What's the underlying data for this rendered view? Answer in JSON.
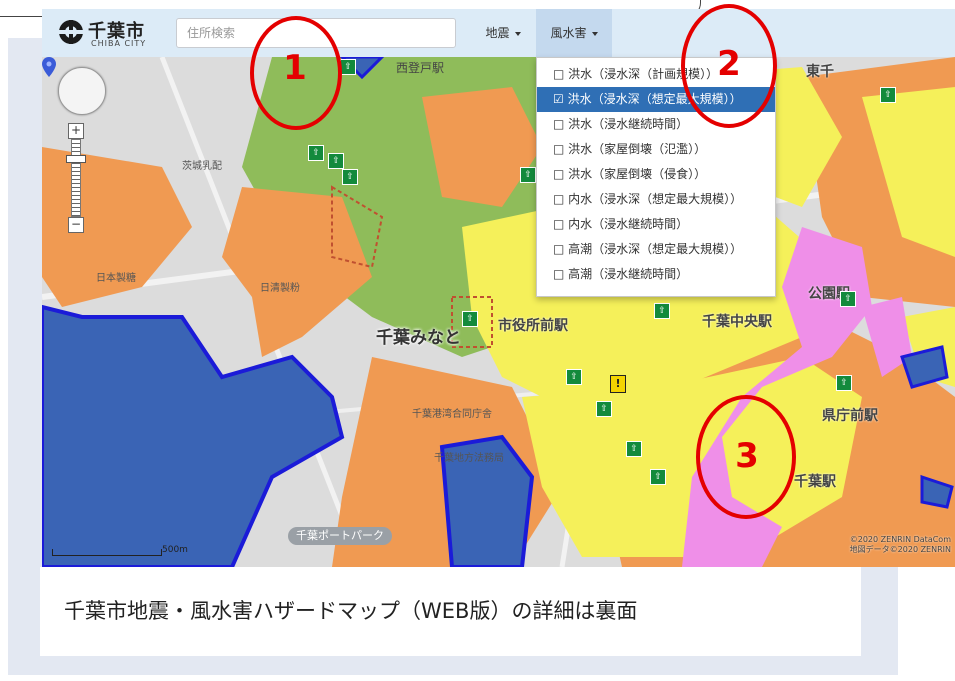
{
  "app": {
    "logo_text": "千葉市",
    "logo_subtext": "CHIBA CITY"
  },
  "header": {
    "search_placeholder": "住所検索",
    "menu_earthquake": "地震",
    "menu_flood": "風水害"
  },
  "flood_menu": {
    "items": [
      {
        "label": "□ 洪水（浸水深（計画規模））",
        "selected": false
      },
      {
        "label": "☑ 洪水（浸水深（想定最大規模））",
        "selected": true
      },
      {
        "label": "□ 洪水（浸水継続時間）",
        "selected": false
      },
      {
        "label": "□ 洪水（家屋倒壊（氾濫））",
        "selected": false
      },
      {
        "label": "□ 洪水（家屋倒壊（侵食））",
        "selected": false
      },
      {
        "label": "□ 内水（浸水深（想定最大規模））",
        "selected": false
      },
      {
        "label": "□ 内水（浸水継続時間）",
        "selected": false
      },
      {
        "label": "□ 高潮（浸水深（想定最大規模））",
        "selected": false
      },
      {
        "label": "□ 高潮（浸水継続時間）",
        "selected": false
      }
    ]
  },
  "map": {
    "labels": {
      "nishinobori": "西登戸駅",
      "ibaraki_milk": "茨城乳配",
      "nihon_seito": "日本製糖",
      "nisshin": "日清製粉",
      "chiba_minato": "千葉みなと",
      "shiyakusho": "市役所前駅",
      "minato_godo": "千葉港湾合同庁舎",
      "chiba_chiho": "千葉地方法務局",
      "chiba_port_park": "千葉ポートパーク",
      "chuo_station": "千葉中央駅",
      "kencho": "県庁前駅",
      "chiba_station": "千葉駅",
      "koen": "公園駅",
      "higashi": "東千"
    },
    "scale_label": "500m",
    "copyright_line1": "©2020 ZENRIN DataCom",
    "copyright_line2": "地図データ©2020 ZENRIN"
  },
  "callouts": [
    "1",
    "2",
    "3"
  ],
  "caption": "千葉市地震・風水害ハザードマップ（WEB版）の詳細は裏面",
  "colors": {
    "flood_orange": "#f09a52",
    "flood_yellow": "#f5f05a",
    "flood_pink": "#ef8fe8",
    "flood_green": "#8fbc5a",
    "sea_blue": "#3a64b5",
    "callout_red": "#e40000"
  }
}
